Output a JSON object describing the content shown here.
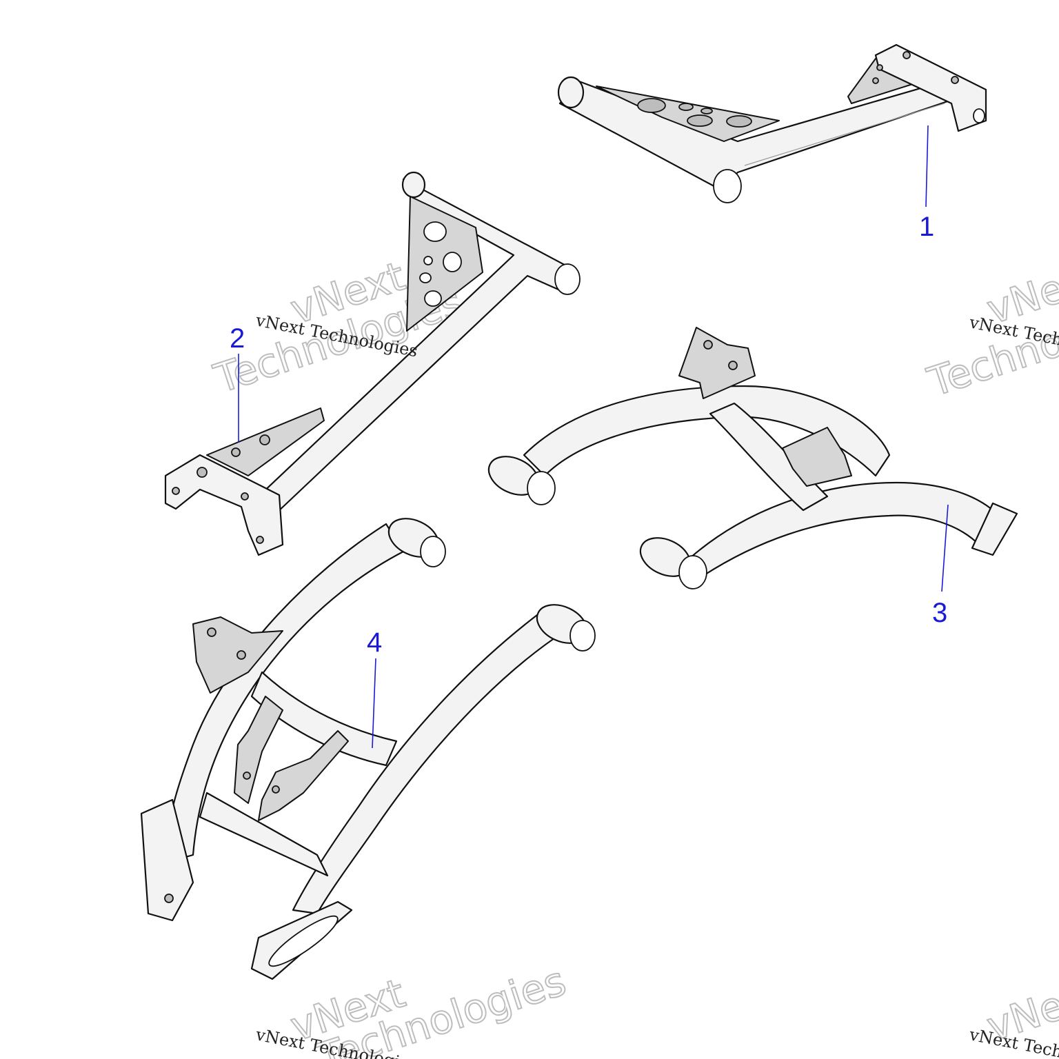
{
  "callouts": {
    "part_1": "1",
    "part_2": "2",
    "part_3": "3",
    "part_4": "4"
  },
  "watermark": {
    "line_a": "vNext",
    "line_b": "Technologies",
    "full": "vNext Technologies"
  },
  "colors": {
    "callout": "#1a1ad6",
    "outline": "#111111",
    "fill": "#f3f3f3",
    "plate": "#d6d6d6"
  }
}
